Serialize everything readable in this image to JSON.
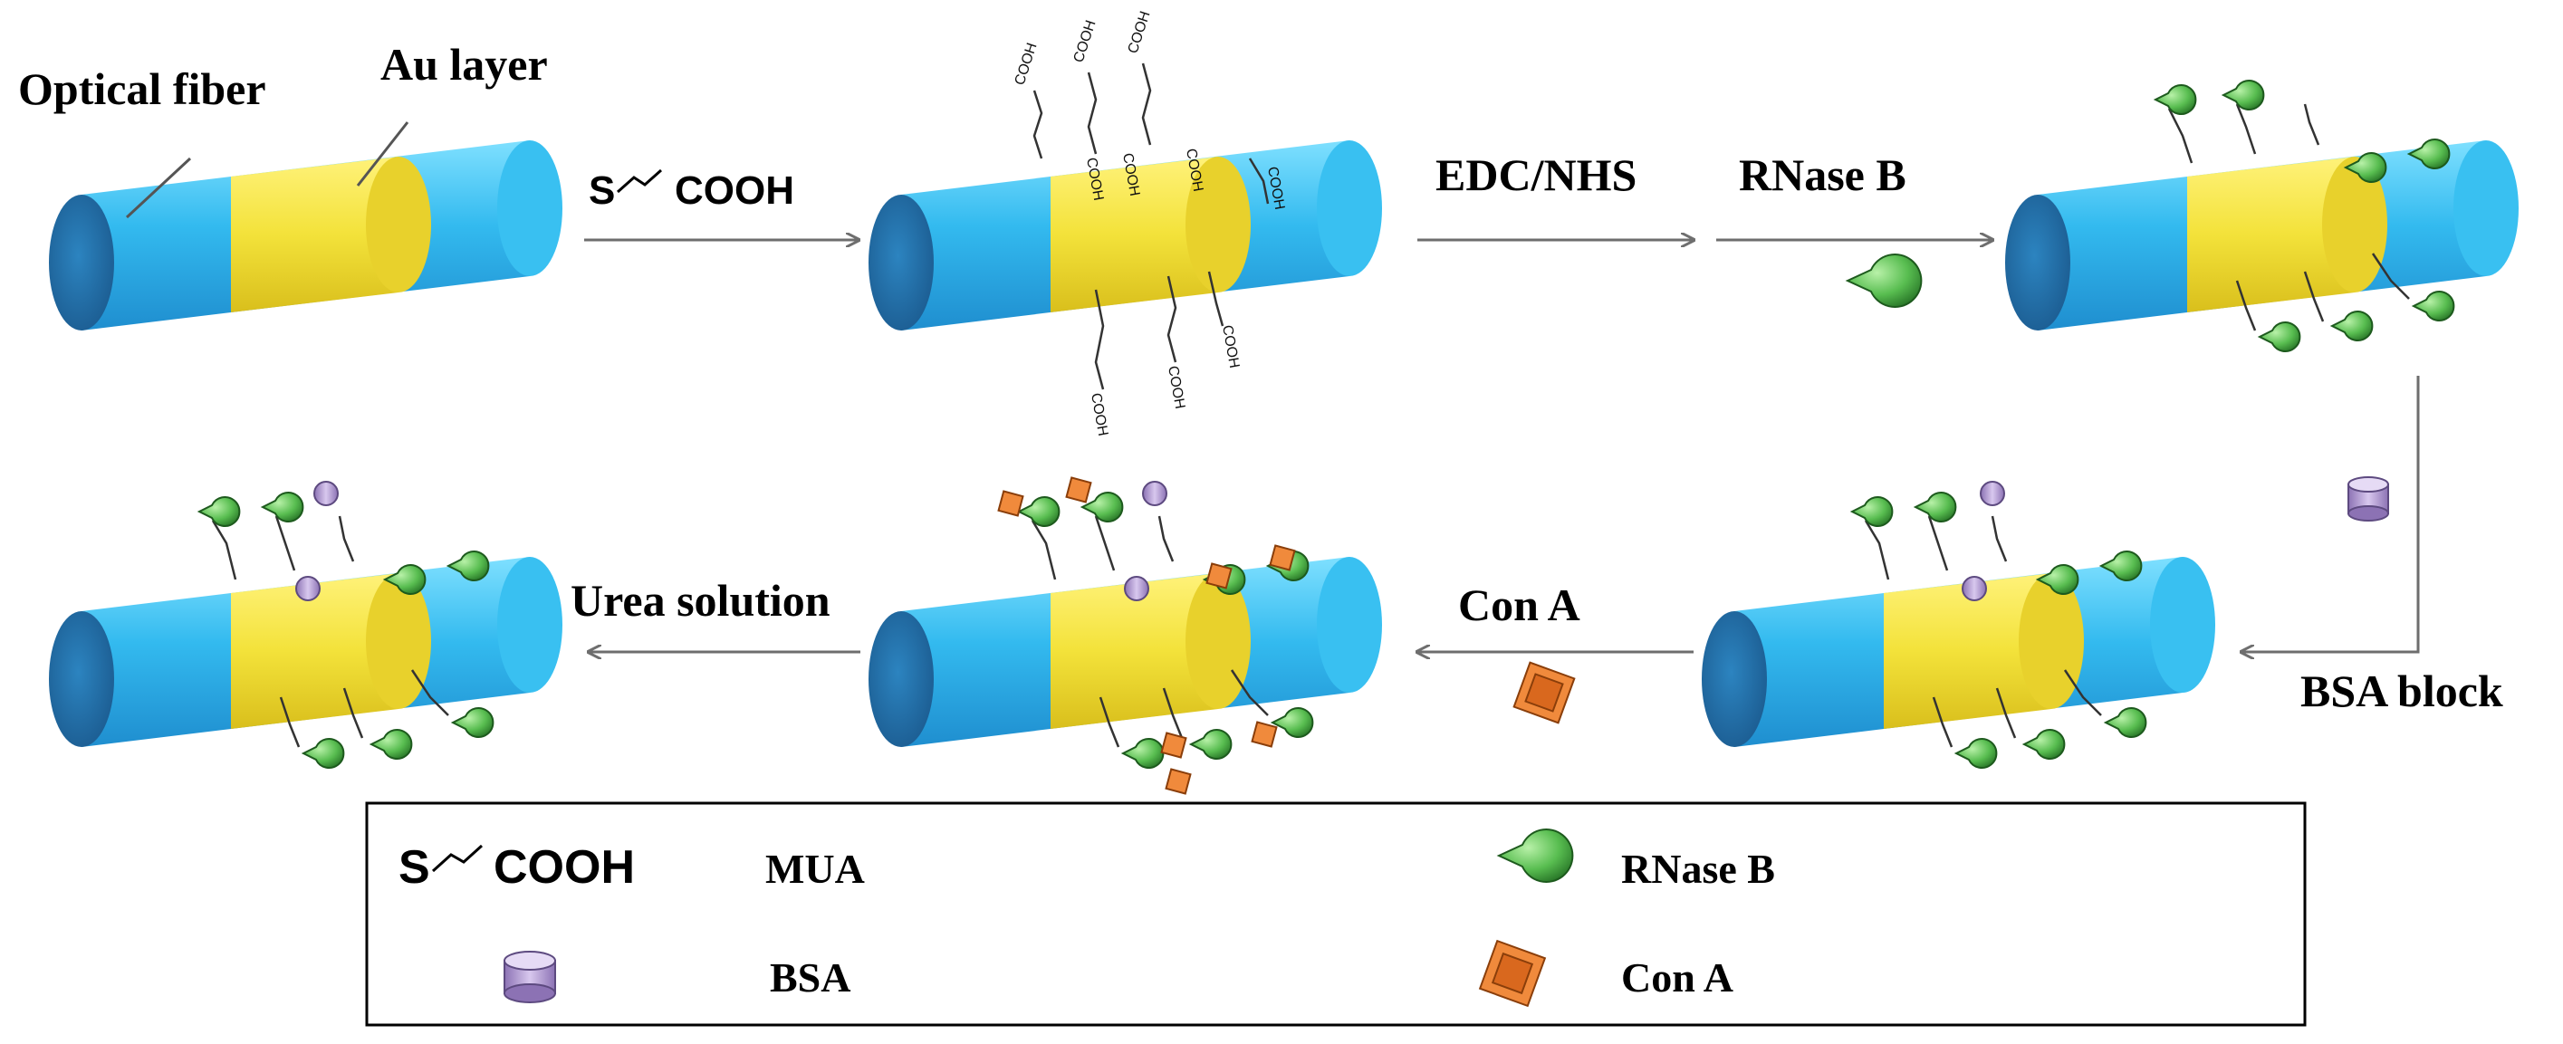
{
  "labels": {
    "optical_fiber": "Optical fiber",
    "au_layer": "Au layer",
    "mua_s": "S",
    "mua_cooh": "COOH",
    "edc_nhs": "EDC/NHS",
    "rnase_b": "RNase B",
    "bsa_block": "BSA block",
    "con_a": "Con A",
    "urea_solution": "Urea solution",
    "cooh_small": "COOH"
  },
  "legend": {
    "mua_s": "S",
    "mua_cooh": "COOH",
    "mua": "MUA",
    "rnase_b": "RNase B",
    "bsa": "BSA",
    "con_a": "Con A"
  },
  "colors": {
    "fiber": "#2fb8ec",
    "fiber_end": "#2470a8",
    "gold": "#f3e23a",
    "rnase": "#58bd50",
    "bsa": "#b39ccf",
    "cona": "#f08a3c",
    "arrow": "#6e6e6e"
  },
  "icons": {
    "rnase": "pacman-shape-icon",
    "bsa": "cylinder-icon",
    "cona": "cube-icon"
  }
}
